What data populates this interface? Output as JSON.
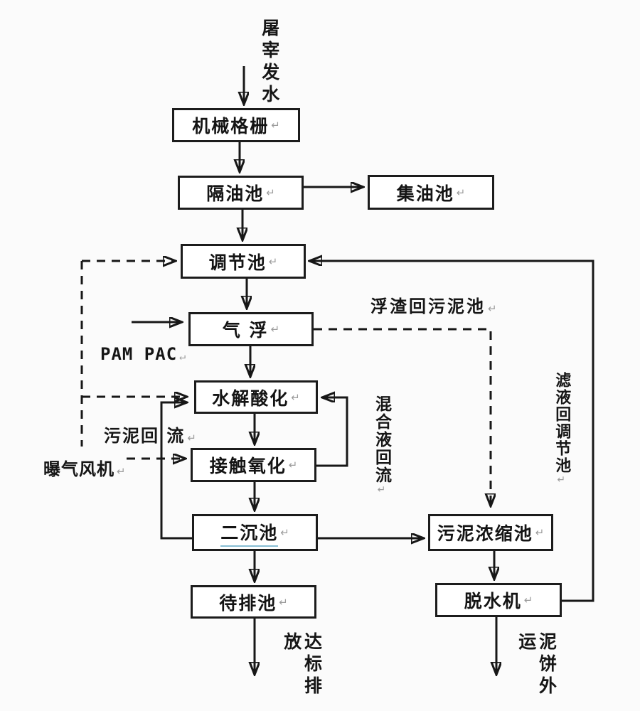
{
  "flow": {
    "return_mark": "↵",
    "inlet": {
      "label": "屠宰发水"
    },
    "boxes": [
      {
        "id": "mechanical-screen",
        "label": "机械格栅"
      },
      {
        "id": "oil-separation-tank",
        "label": "隔油池"
      },
      {
        "id": "oil-collection-tank",
        "label": "集油池"
      },
      {
        "id": "regulating-tank",
        "label": "调节池"
      },
      {
        "id": "air-flotation",
        "label": "气 浮"
      },
      {
        "id": "hydrolysis-acidification",
        "label": "水解酸化"
      },
      {
        "id": "contact-oxidation",
        "label": "接触氧化"
      },
      {
        "id": "secondary-sedimentation-tank",
        "label": "二沉池"
      },
      {
        "id": "sludge-thickening-tank",
        "label": "污泥浓缩池"
      },
      {
        "id": "discharge-holding-tank",
        "label": "待排池"
      },
      {
        "id": "dewatering-machine",
        "label": "脱水机"
      }
    ],
    "annotations": {
      "pam_pac": "PAM PAC",
      "scum_return": "浮渣回污泥池",
      "sludge_return": "污泥回 流",
      "aeration_fan": "曝气风机",
      "mixed_liquor_return": "混合液回流",
      "filtrate_return": "滤液回调节池",
      "discharge_standard": "达标排放",
      "mud_cake_out": "泥饼外运"
    },
    "colors": {
      "line": "#171717",
      "spellcheck_underline": "#87bdd3",
      "return_mark_gray": "#9c9c9c"
    }
  }
}
